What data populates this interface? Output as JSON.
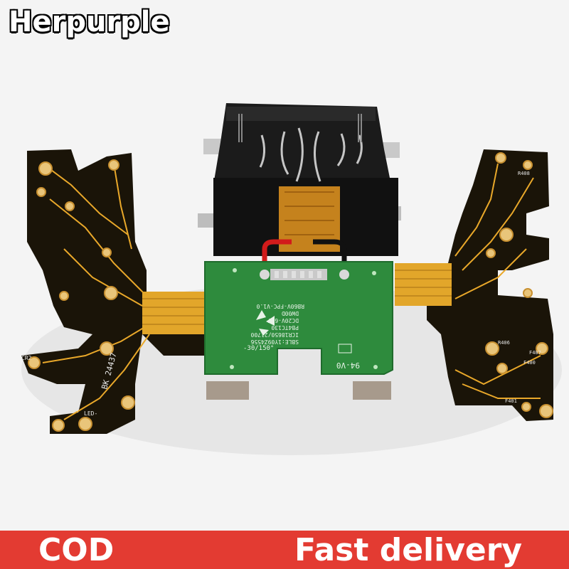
{
  "brand": {
    "name": "Herpurple"
  },
  "banner": {
    "left": "COD",
    "right": "Fast delivery"
  },
  "colors": {
    "banner": "#e33b32",
    "pcb_green": "#2e8b3d",
    "flex_pcb": "#1a1408",
    "copper": "#e9a82a",
    "connector": "#1b1b1b"
  },
  "board_silkscreen": {
    "line1": "RB60V-FPC-V1.0",
    "line2": "DW00D",
    "line3": "DC20V-60V",
    "line4": "PB4TC130",
    "line5": "ICR18650/21700",
    "line6": "SBLE:1Y09Z4556",
    "temp": "-30/150°",
    "model": "94-V0"
  },
  "left_flex_labels": {
    "bk": "BK 24437",
    "led_a": "LED-",
    "led_b": "LED-",
    "cr": "CR2"
  },
  "right_flex_labels": {
    "r408": "R408",
    "r406": "R406",
    "f400": "F400",
    "f407": "F407",
    "f401": "F401"
  }
}
